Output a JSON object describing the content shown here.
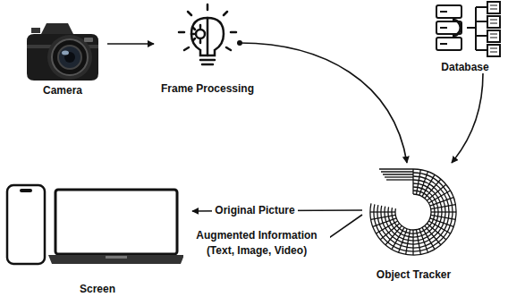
{
  "diagram": {
    "nodes": [
      {
        "text": [
          "Camera"
        ]
      },
      {
        "text": [
          "Frame Processing"
        ]
      },
      {
        "text": [
          "Database"
        ]
      },
      {
        "text": [
          "Object Tracker"
        ]
      },
      {
        "text": [
          "Screen"
        ]
      }
    ],
    "edges": [
      {
        "from": 0,
        "to": 1,
        "arrow": "to"
      },
      {
        "from": 1,
        "to": 3,
        "arrow": "to"
      },
      {
        "from": 2,
        "to": 3,
        "arrow": "to"
      },
      {
        "from": 3,
        "to": 4,
        "label": "Original Picture",
        "arrow": "to"
      },
      {
        "from": 3,
        "to": 4,
        "label": "Augmented Information (Text, Image, Video)",
        "arrow": "to"
      }
    ]
  }
}
